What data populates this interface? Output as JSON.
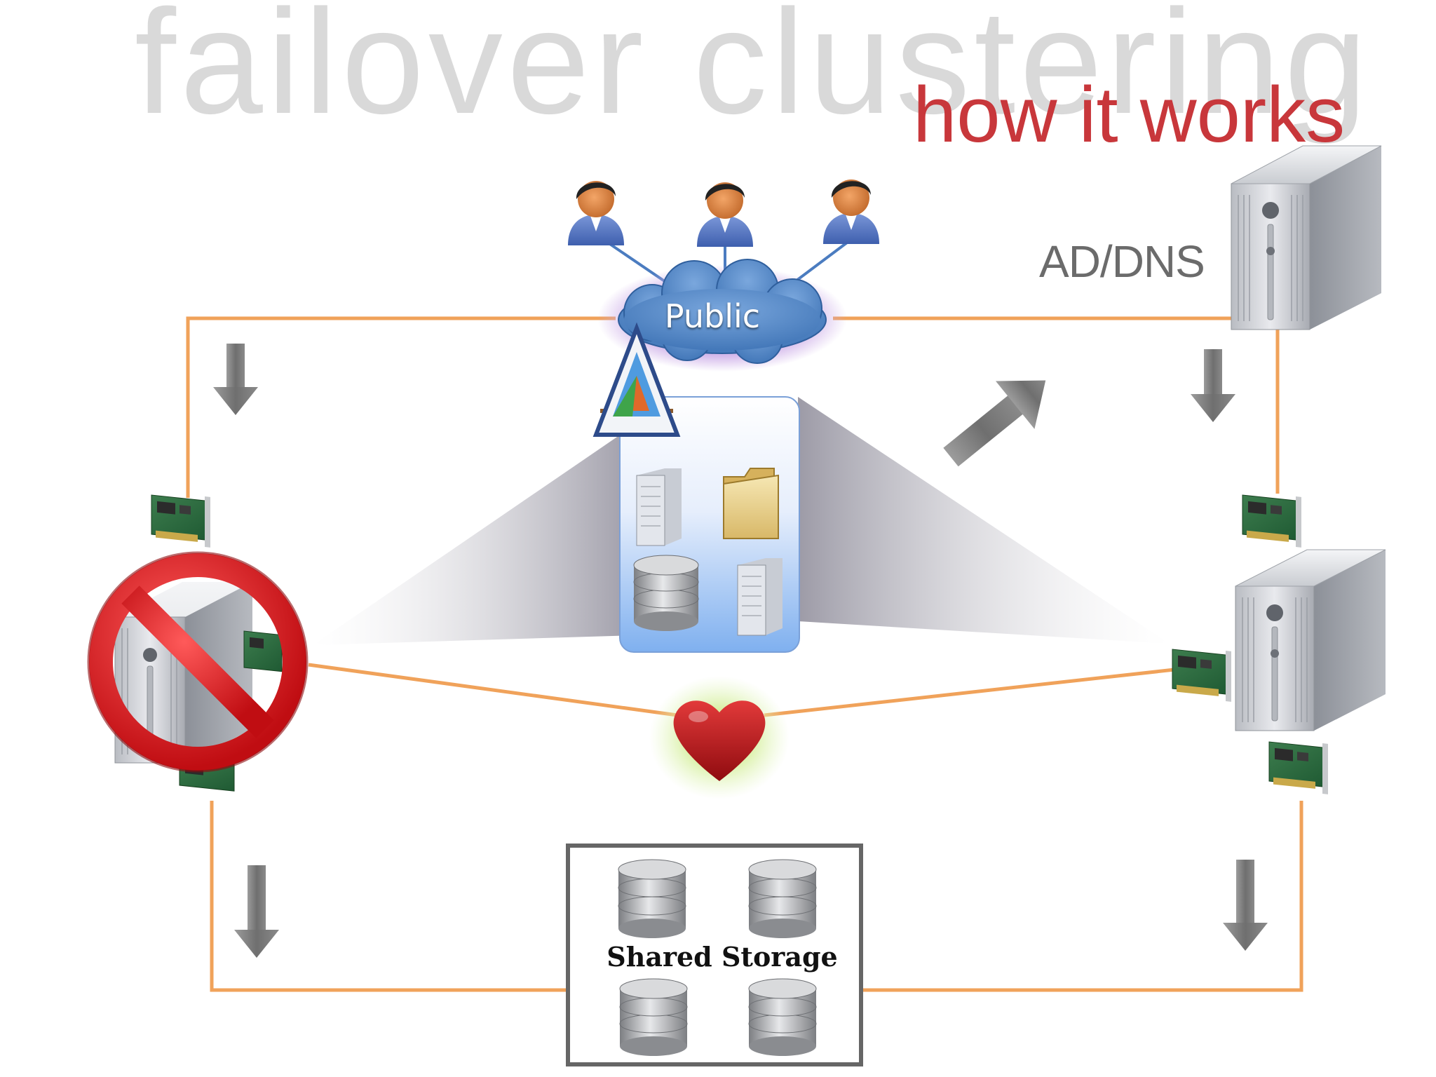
{
  "slide": {
    "title_main": "failover clustering",
    "title_sub": "how it works"
  },
  "labels": {
    "ad_dns": "AD/DNS",
    "public": "Public",
    "shared_storage": "Shared Storage"
  },
  "colors": {
    "network_line": "#f0a25a",
    "title_gray": "#d9d9d9",
    "title_red": "#c8373b",
    "cloud_blue": "#4f86c6",
    "heart_red": "#c0161b",
    "prohibit_red": "#e41e25"
  },
  "icons": [
    "user-icon",
    "cloud-icon",
    "server-tower-icon",
    "network-card-icon",
    "down-arrow-icon",
    "up-right-arrow-icon",
    "heart-icon",
    "prohibited-icon",
    "database-icon",
    "folder-icon",
    "cluster-role-icon"
  ]
}
